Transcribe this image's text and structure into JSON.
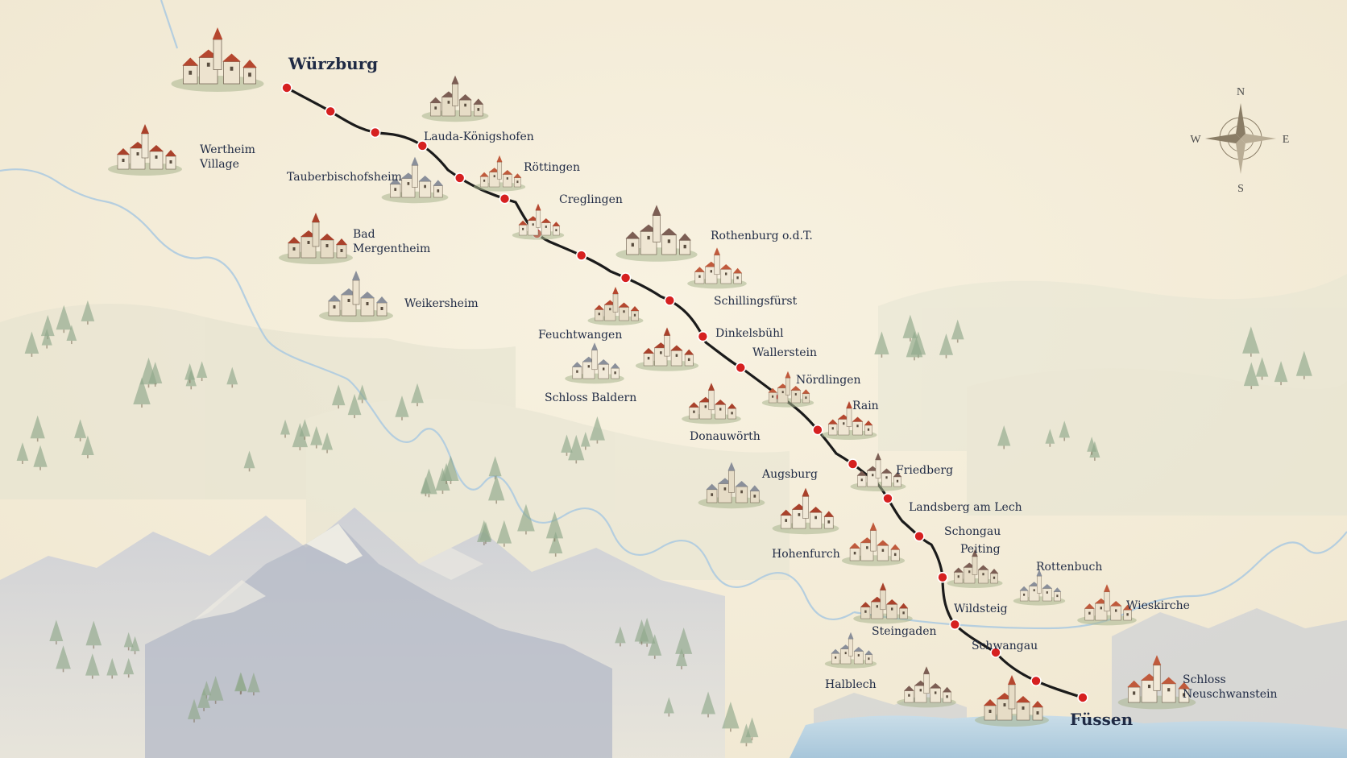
{
  "colors": {
    "paper": "#f6efdc",
    "route": "#1b1b1b",
    "stop": "#d62020",
    "label": "#1f2a44",
    "river": "#a9c7dc",
    "lake": "#b9d3e3",
    "forest": "#8fa88b",
    "mountain": "#a9b2c2"
  },
  "compass": {
    "n": "N",
    "e": "E",
    "s": "S",
    "w": "W"
  },
  "places": [
    {
      "id": "wurzburg",
      "label": "Würzburg",
      "big": true
    },
    {
      "id": "wertheim",
      "label": "Wertheim Village"
    },
    {
      "id": "lauda",
      "label": "Lauda-Königshofen"
    },
    {
      "id": "tauberbischofsheim",
      "label": "Tauberbischofsheim"
    },
    {
      "id": "rottingen",
      "label": "Röttingen"
    },
    {
      "id": "creglingen",
      "label": "Creglingen"
    },
    {
      "id": "bad-mergentheim",
      "label": "Bad Mergentheim"
    },
    {
      "id": "rothenburg",
      "label": "Rothenburg o.d.T."
    },
    {
      "id": "weikersheim",
      "label": "Weikersheim"
    },
    {
      "id": "schillingsfurst",
      "label": "Schillingsfürst"
    },
    {
      "id": "feuchtwangen",
      "label": "Feuchtwangen"
    },
    {
      "id": "dinkelsbuhl",
      "label": "Dinkelsbühl"
    },
    {
      "id": "wallerstein",
      "label": "Wallerstein"
    },
    {
      "id": "schloss-baldern",
      "label": "Schloss Baldern"
    },
    {
      "id": "nordlingen",
      "label": "Nördlingen"
    },
    {
      "id": "rain",
      "label": "Rain"
    },
    {
      "id": "donauworth",
      "label": "Donauwörth"
    },
    {
      "id": "friedberg",
      "label": "Friedberg"
    },
    {
      "id": "augsburg",
      "label": "Augsburg"
    },
    {
      "id": "landsberg",
      "label": "Landsberg am Lech"
    },
    {
      "id": "schongau",
      "label": "Schongau"
    },
    {
      "id": "hohenfurch",
      "label": "Hohenfurch"
    },
    {
      "id": "peiting",
      "label": "Peiting"
    },
    {
      "id": "rottenbuch",
      "label": "Rottenbuch"
    },
    {
      "id": "wieskirche",
      "label": "Wieskirche"
    },
    {
      "id": "wildsteig",
      "label": "Wildsteig"
    },
    {
      "id": "steingaden",
      "label": "Steingaden"
    },
    {
      "id": "schwangau",
      "label": "Schwangau"
    },
    {
      "id": "halblech",
      "label": "Halblech"
    },
    {
      "id": "neuschwanstein",
      "label": "Schloss Neuschwanstein"
    },
    {
      "id": "fussen",
      "label": "Füssen",
      "big": true
    }
  ],
  "route_stop_count": 22
}
